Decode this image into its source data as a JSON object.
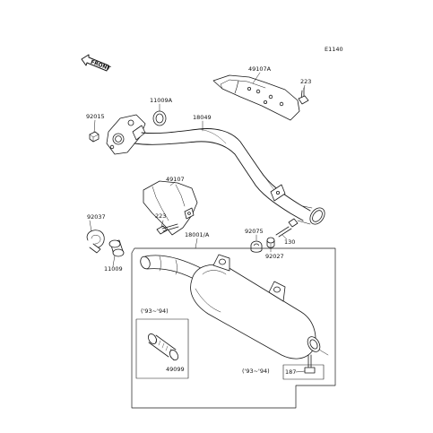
{
  "diagram_code": "E1140",
  "front_marker": "FRONT",
  "parts": {
    "p49107a": "49107A",
    "p223_top": "223",
    "p11009a": "11009A",
    "p92015": "92015",
    "p18049": "18049",
    "p49107": "49107",
    "p223_mid": "223",
    "p92037": "92037",
    "p18001a": "18001/A",
    "p92075": "92075",
    "p130": "130",
    "p92027": "92027",
    "p11009": "11009",
    "p49099": "49099",
    "p187": "187"
  },
  "year_notes": {
    "note_left": "('93~'94)",
    "note_right": "('93~'94)"
  },
  "colors": {
    "line": "#1a1a1a",
    "background": "#ffffff"
  }
}
